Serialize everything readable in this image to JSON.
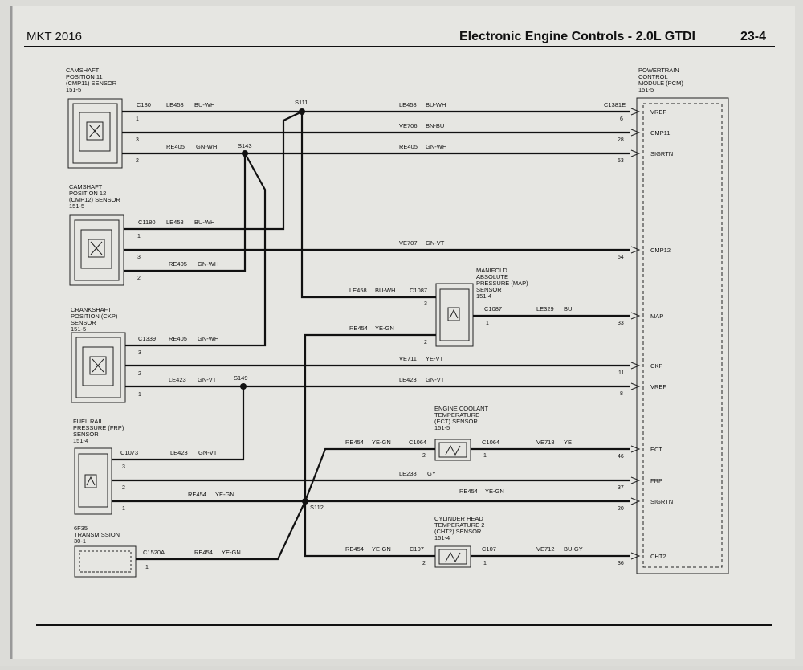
{
  "header": {
    "model": "MKT 2016",
    "title": "Electronic Engine Controls - 2.0L GTDI",
    "page": "23-4"
  },
  "components": {
    "cmp11": [
      "CAMSHAFT",
      "POSITION 11",
      "(CMP11) SENSOR",
      "151-5"
    ],
    "cmp12": [
      "CAMSHAFT",
      "POSITION 12",
      "(CMP12) SENSOR",
      "151-5"
    ],
    "ckp": [
      "CRANKSHAFT",
      "POSITION (CKP)",
      "SENSOR",
      "151-5"
    ],
    "frp": [
      "FUEL RAIL",
      "PRESSURE (FRP)",
      "SENSOR",
      "151-4"
    ],
    "trans": [
      "6F35",
      "TRANSMISSION",
      "30-1"
    ],
    "pcm": [
      "POWERTRAIN",
      "CONTROL",
      "MODULE (PCM)",
      "151-5"
    ],
    "map": [
      "MANIFOLD",
      "ABSOLUTE",
      "PRESSURE (MAP)",
      "SENSOR",
      "151-4"
    ],
    "ect": [
      "ENGINE COOLANT",
      "TEMPERATURE",
      "(ECT) SENSOR",
      "151-5"
    ],
    "cht2": [
      "CYLINDER HEAD",
      "TEMPERATURE 2",
      "(CHT2) SENSOR",
      "151-4"
    ]
  },
  "connectors": {
    "c180": "C180",
    "c1180": "C1180",
    "c1339": "C1339",
    "c1073": "C1073",
    "c1520a": "C1520A",
    "c1381e": "C1381E",
    "c1087": "C1087",
    "c1064": "C1064",
    "c107": "C107"
  },
  "splices": {
    "s111": "S111",
    "s143": "S143",
    "s149": "S149",
    "s112": "S112"
  },
  "pins": {
    "p1": "1",
    "p2": "2",
    "p3": "3",
    "pcm_vref1": "6",
    "pcm_cmp11": "28",
    "pcm_sigrtn1": "53",
    "pcm_cmp12": "54",
    "pcm_map": "33",
    "pcm_ckp": "11",
    "pcm_vref2": "8",
    "pcm_ect": "46",
    "pcm_frp": "37",
    "pcm_sigrtn2": "20",
    "pcm_cht2": "36"
  },
  "pcm_signals": {
    "vref": "VREF",
    "cmp11": "CMP11",
    "sigrtn": "SIGRTN",
    "cmp12": "CMP12",
    "map": "MAP",
    "ckp": "CKP",
    "ect": "ECT",
    "frp": "FRP",
    "cht2": "CHT2"
  },
  "circuits": {
    "le458": "LE458",
    "ve706": "VE706",
    "re405": "RE405",
    "ve707": "VE707",
    "re454": "RE454",
    "le329": "LE329",
    "ve711": "VE711",
    "le423": "LE423",
    "ve718": "VE718",
    "le238": "LE238",
    "ve712": "VE712"
  },
  "colors": {
    "bu_wh": "BU-WH",
    "bn_bu": "BN-BU",
    "gn_wh": "GN-WH",
    "gn_vt": "GN-VT",
    "ye_gn": "YE-GN",
    "bu": "BU",
    "ye_vt": "YE-VT",
    "ye": "YE",
    "gy": "GY",
    "bu_gy": "BU-GY"
  }
}
